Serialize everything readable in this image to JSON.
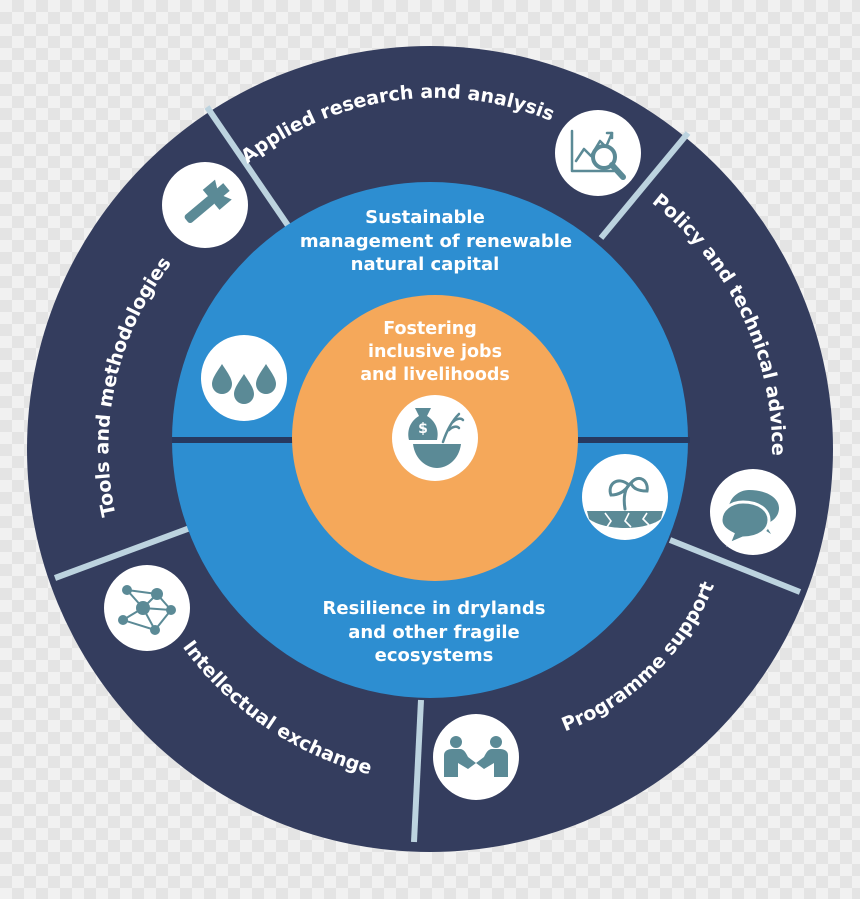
{
  "colors": {
    "outer_ring": "#343d5e",
    "divider": "#bcd3df",
    "middle_ring": "#2d8ed1",
    "middle_divider": "#27395f",
    "core": "#f5a85a",
    "icon_bg": "#ffffff",
    "icon_fg": "#5b8a96",
    "label": "#ffffff"
  },
  "outer_ring": {
    "segments": [
      {
        "label": "Applied research and analysis",
        "icon": "chart-magnifier-icon"
      },
      {
        "label": "Policy and technical advice",
        "icon": "speech-bubbles-icon"
      },
      {
        "label": "Programme support",
        "icon": "handshake-icon"
      },
      {
        "label": "Intellectual exchange",
        "icon": "network-icon"
      },
      {
        "label": "Tools and methodologies",
        "icon": "wrench-icon"
      }
    ]
  },
  "middle_ring": {
    "top": {
      "lines": [
        "Sustainable",
        "management of renewable",
        "natural capital"
      ],
      "icon": "water-drops-icon"
    },
    "bottom": {
      "lines": [
        "Resilience in drylands",
        "and other fragile",
        "ecosystems"
      ],
      "icon": "dryland-sprout-icon"
    }
  },
  "core": {
    "lines": [
      "Fostering",
      "inclusive jobs",
      "and livelihoods"
    ],
    "icon": "money-bag-bowl-icon"
  }
}
